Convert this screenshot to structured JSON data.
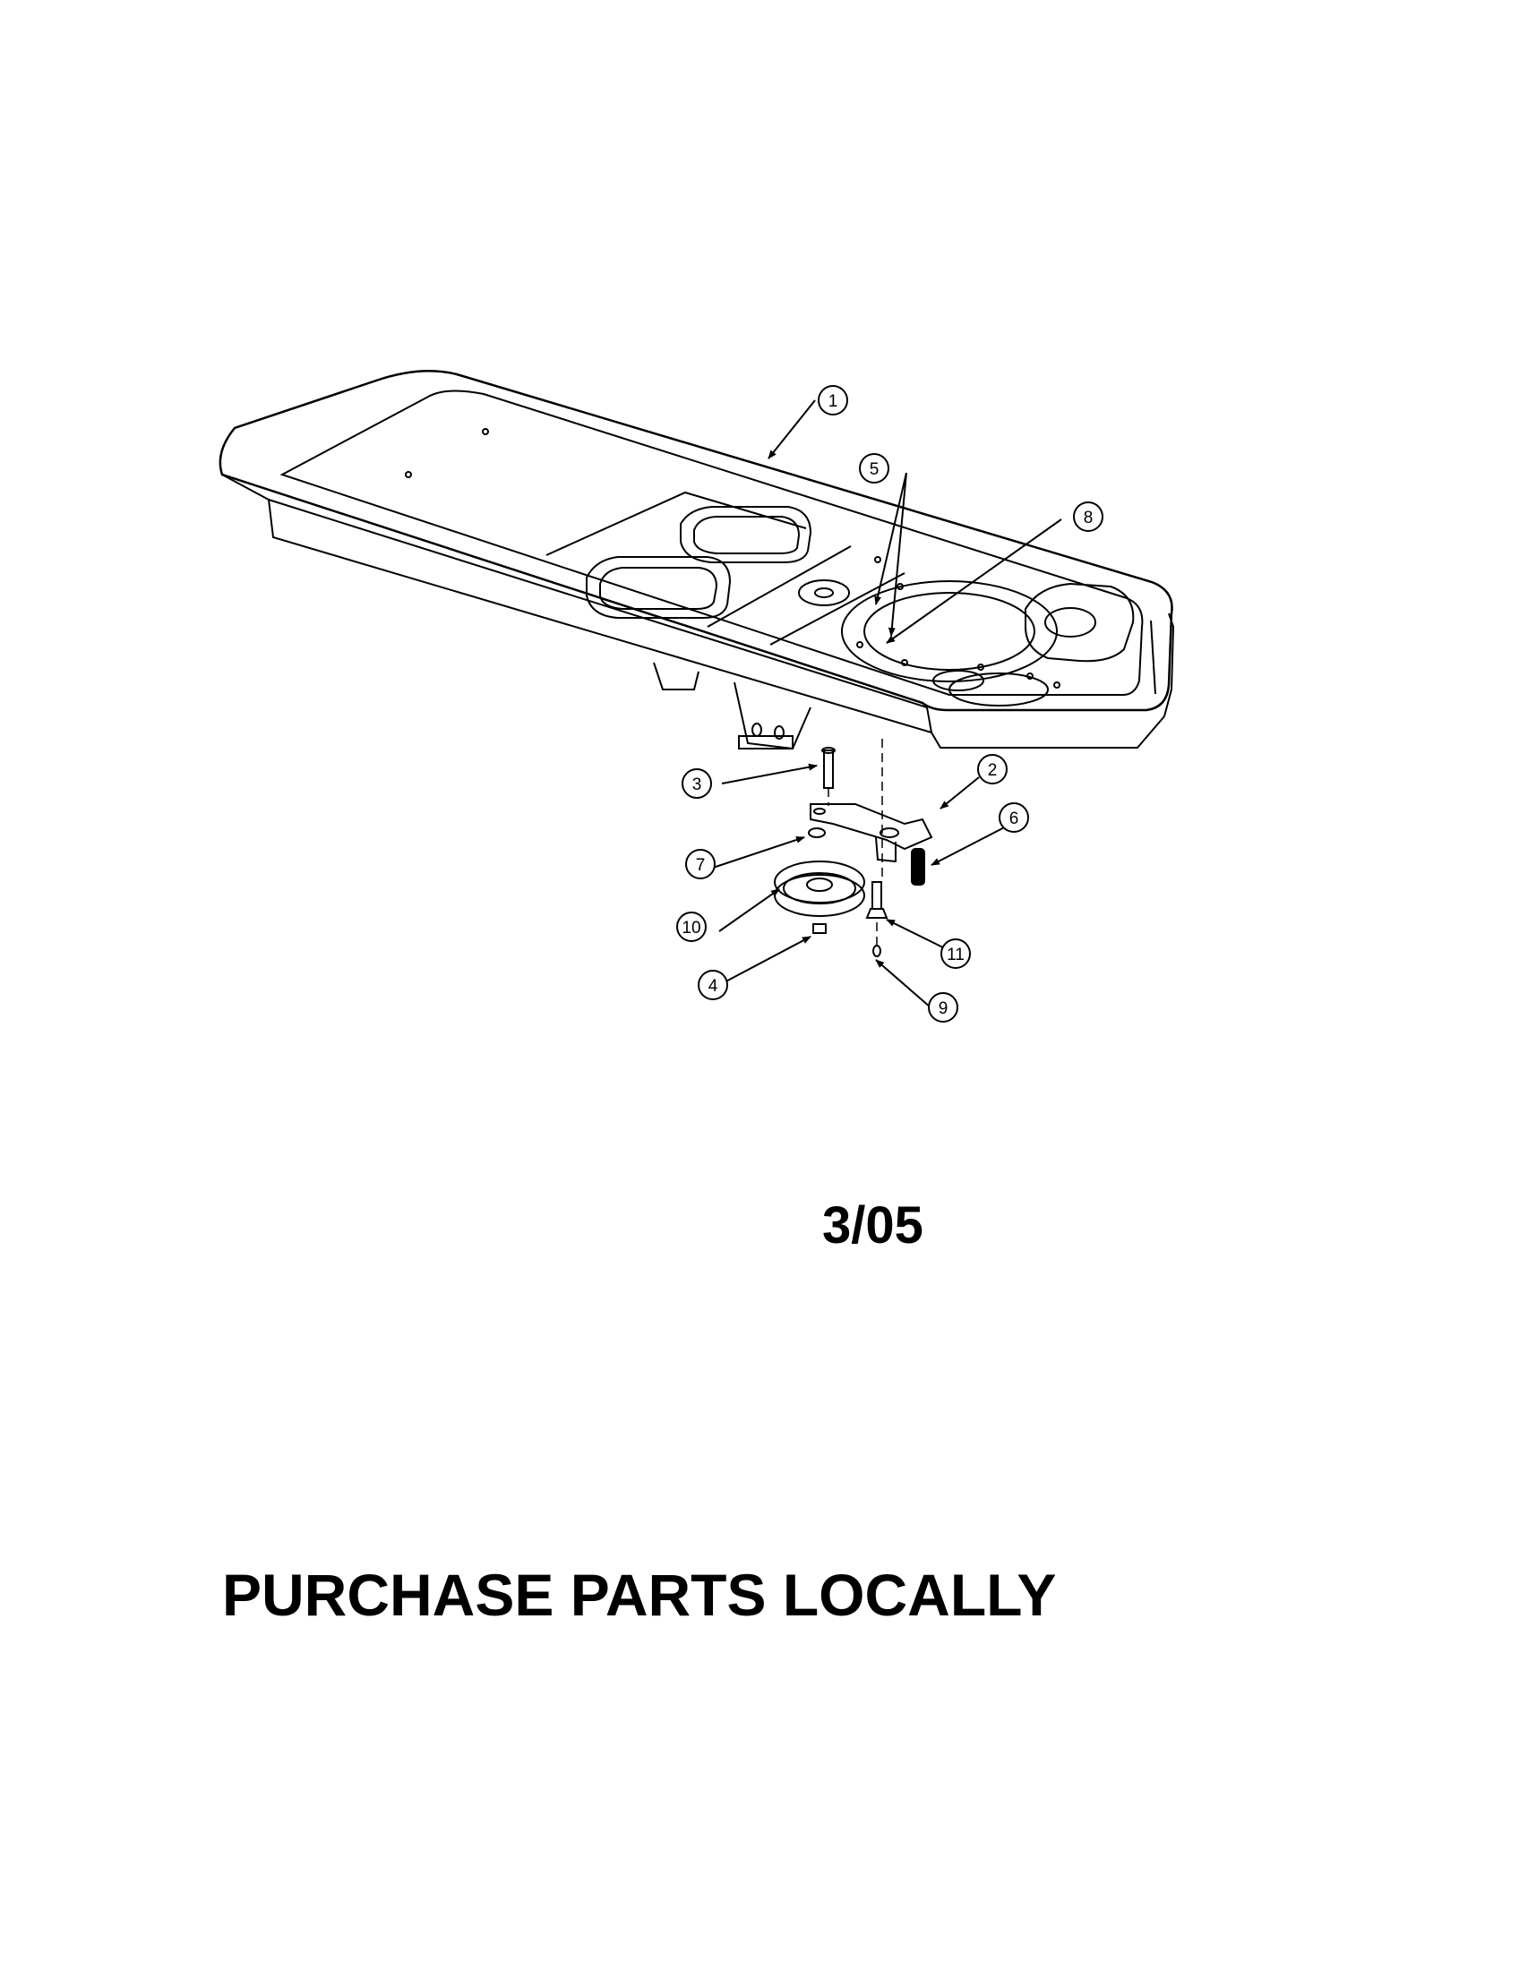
{
  "callouts": [
    {
      "label": "1"
    },
    {
      "label": "2"
    },
    {
      "label": "3"
    },
    {
      "label": "4"
    },
    {
      "label": "5"
    },
    {
      "label": "6"
    },
    {
      "label": "7"
    },
    {
      "label": "8"
    },
    {
      "label": "9"
    },
    {
      "label": "10"
    },
    {
      "label": "11"
    }
  ],
  "date_code": "3/05",
  "footer": "PURCHASE PARTS LOCALLY"
}
